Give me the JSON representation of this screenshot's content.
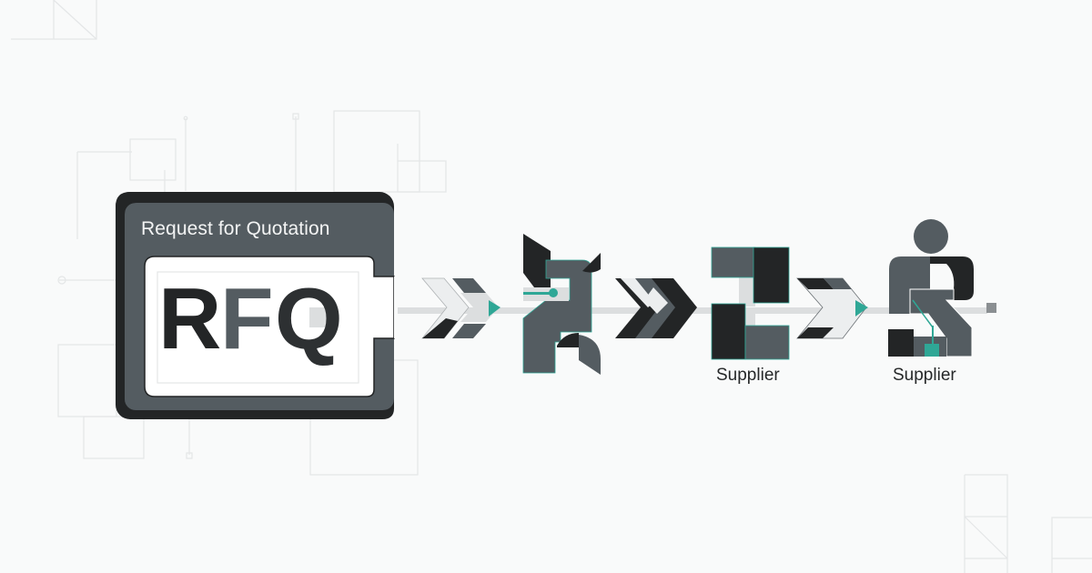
{
  "diagram": {
    "type": "process-flow",
    "title_box": {
      "heading": "Request for Quotation",
      "acronym": {
        "r": "R",
        "f": "F",
        "q": "Q"
      }
    },
    "steps": [
      {
        "id": "rfq",
        "label": "Request for Quotation",
        "icon": "rfq-document-icon"
      },
      {
        "id": "process",
        "label": "",
        "icon": "abstract-process-icon"
      },
      {
        "id": "supplier-block",
        "label": "Supplier",
        "icon": "supplier-block-icon"
      },
      {
        "id": "supplier-person",
        "label": "Supplier",
        "icon": "supplier-person-icon"
      }
    ],
    "connectors": [
      {
        "from": "rfq",
        "to": "process",
        "icon": "double-chevron-arrow-icon"
      },
      {
        "from": "process",
        "to": "supplier-block",
        "icon": "double-chevron-arrow-icon"
      },
      {
        "from": "supplier-block",
        "to": "supplier-person",
        "icon": "double-chevron-arrow-icon"
      }
    ]
  },
  "colors": {
    "background": "#f9fafa",
    "dark": "#232526",
    "slate": "#545c61",
    "light_gray": "#dcdedf",
    "teal_accent": "#2fa796",
    "grid_line": "#e4e6e7"
  }
}
